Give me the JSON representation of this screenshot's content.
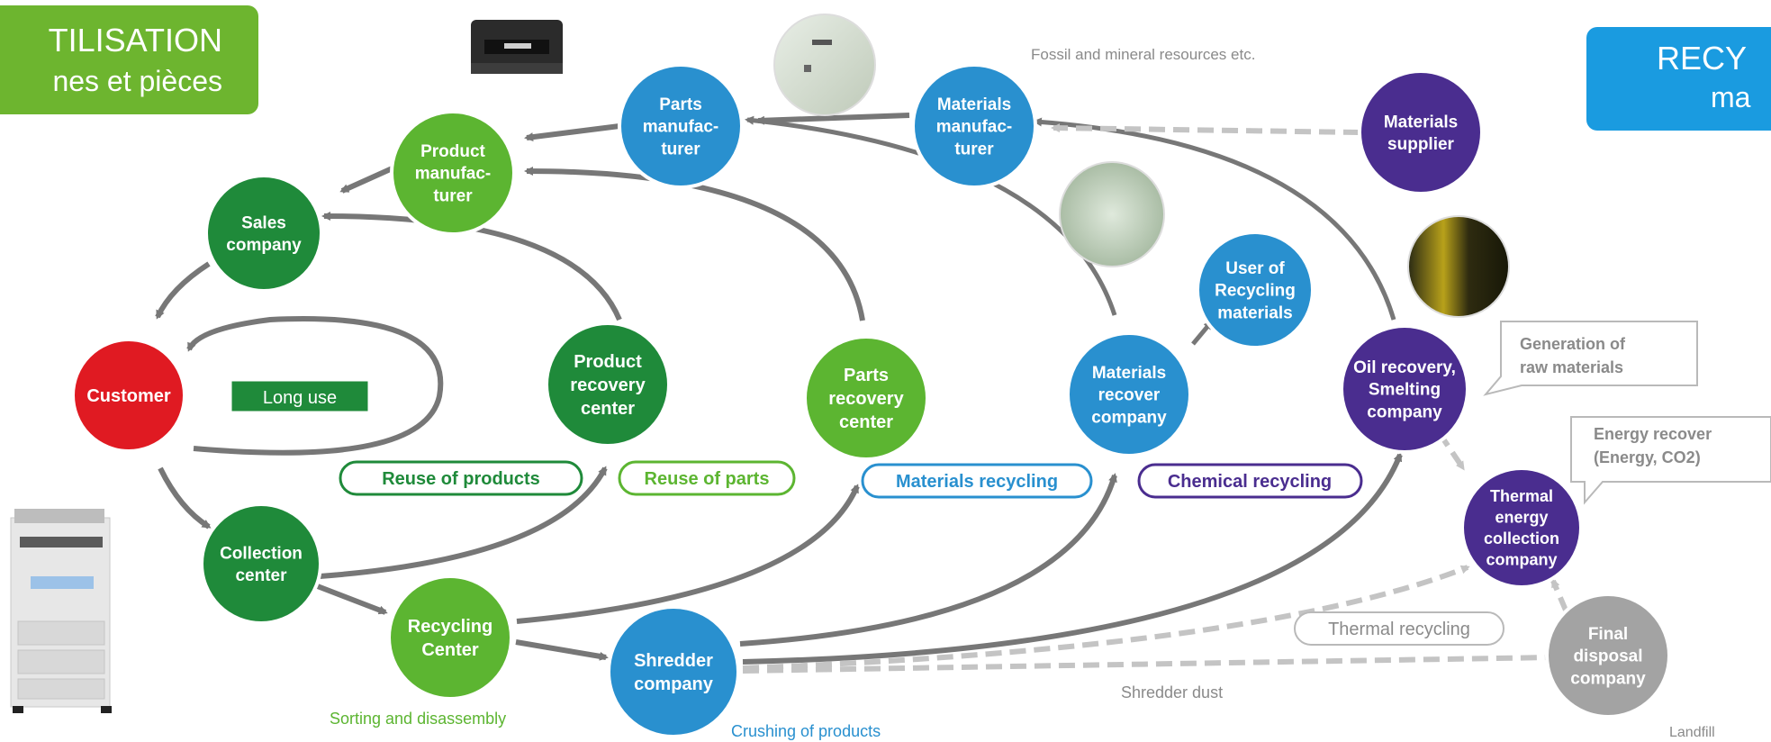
{
  "banners": {
    "reuse": {
      "line1": "TILISATION",
      "line2": "nes et pièces"
    },
    "recycle": {
      "line1": "RECY",
      "line2": "ma"
    }
  },
  "nodes": {
    "customer": {
      "label": [
        "Customer"
      ],
      "color": "#e01a22"
    },
    "sales_company": {
      "label": [
        "Sales",
        "company"
      ],
      "color": "#1f8a3a"
    },
    "product_manufacturer": {
      "label": [
        "Product",
        "manufac-",
        "turer"
      ],
      "color": "#5cb531"
    },
    "parts_manufacturer": {
      "label": [
        "Parts",
        "manufac-",
        "turer"
      ],
      "color": "#2990cf"
    },
    "materials_manufacturer": {
      "label": [
        "Materials",
        "manufac-",
        "turer"
      ],
      "color": "#2990cf"
    },
    "materials_supplier": {
      "label": [
        "Materials",
        "supplier"
      ],
      "color": "#4a2d8f"
    },
    "product_recovery_center": {
      "label": [
        "Product",
        "recovery",
        "center"
      ],
      "color": "#1f8a3a"
    },
    "parts_recovery_center": {
      "label": [
        "Parts",
        "recovery",
        "center"
      ],
      "color": "#5cb531"
    },
    "materials_recover_company": {
      "label": [
        "Materials",
        "recover",
        "company"
      ],
      "color": "#2990cf"
    },
    "user_of_recycling_materials": {
      "label": [
        "User of",
        "Recycling",
        "materials"
      ],
      "color": "#2990cf"
    },
    "oil_recovery": {
      "label": [
        "Oil recovery,",
        "Smelting",
        "company"
      ],
      "color": "#4a2d8f"
    },
    "thermal_energy": {
      "label": [
        "Thermal",
        "energy",
        "collection",
        "company"
      ],
      "color": "#4a2d8f"
    },
    "final_disposal": {
      "label": [
        "Final",
        "disposal",
        "company"
      ],
      "color": "#a3a3a3"
    },
    "collection_center": {
      "label": [
        "Collection",
        "center"
      ],
      "color": "#1f8a3a"
    },
    "recycling_center": {
      "label": [
        "Recycling",
        "Center"
      ],
      "color": "#5cb531"
    },
    "shredder_company": {
      "label": [
        "Shredder",
        "company"
      ],
      "color": "#2990cf"
    }
  },
  "long_use": "Long use",
  "loops": {
    "reuse_products": {
      "text": "Reuse of products",
      "color": "#1f8a3a"
    },
    "reuse_parts": {
      "text": "Reuse of parts",
      "color": "#5cb531"
    },
    "materials_recycling": {
      "text": "Materials recycling",
      "color": "#2990cf"
    },
    "chemical_recycling": {
      "text": "Chemical recycling",
      "color": "#4a2d8f"
    },
    "thermal_recycling": {
      "text": "Thermal recycling",
      "color": "#8a8a8a"
    }
  },
  "notes": {
    "fossil": "Fossil and mineral resources etc.",
    "sorting": "Sorting and disassembly",
    "crushing": "Crushing of products",
    "shredder_dust": "Shredder dust",
    "landfill": "Landfill"
  },
  "callouts": {
    "generation": [
      "Generation of",
      "raw materials"
    ],
    "energy": [
      "Energy recover",
      "(Energy, CO2)"
    ]
  },
  "colors": {
    "arrow": "#777777",
    "dashed": "#c4c4c4",
    "banner_green": "#6db52f",
    "banner_blue": "#1a9be0"
  }
}
